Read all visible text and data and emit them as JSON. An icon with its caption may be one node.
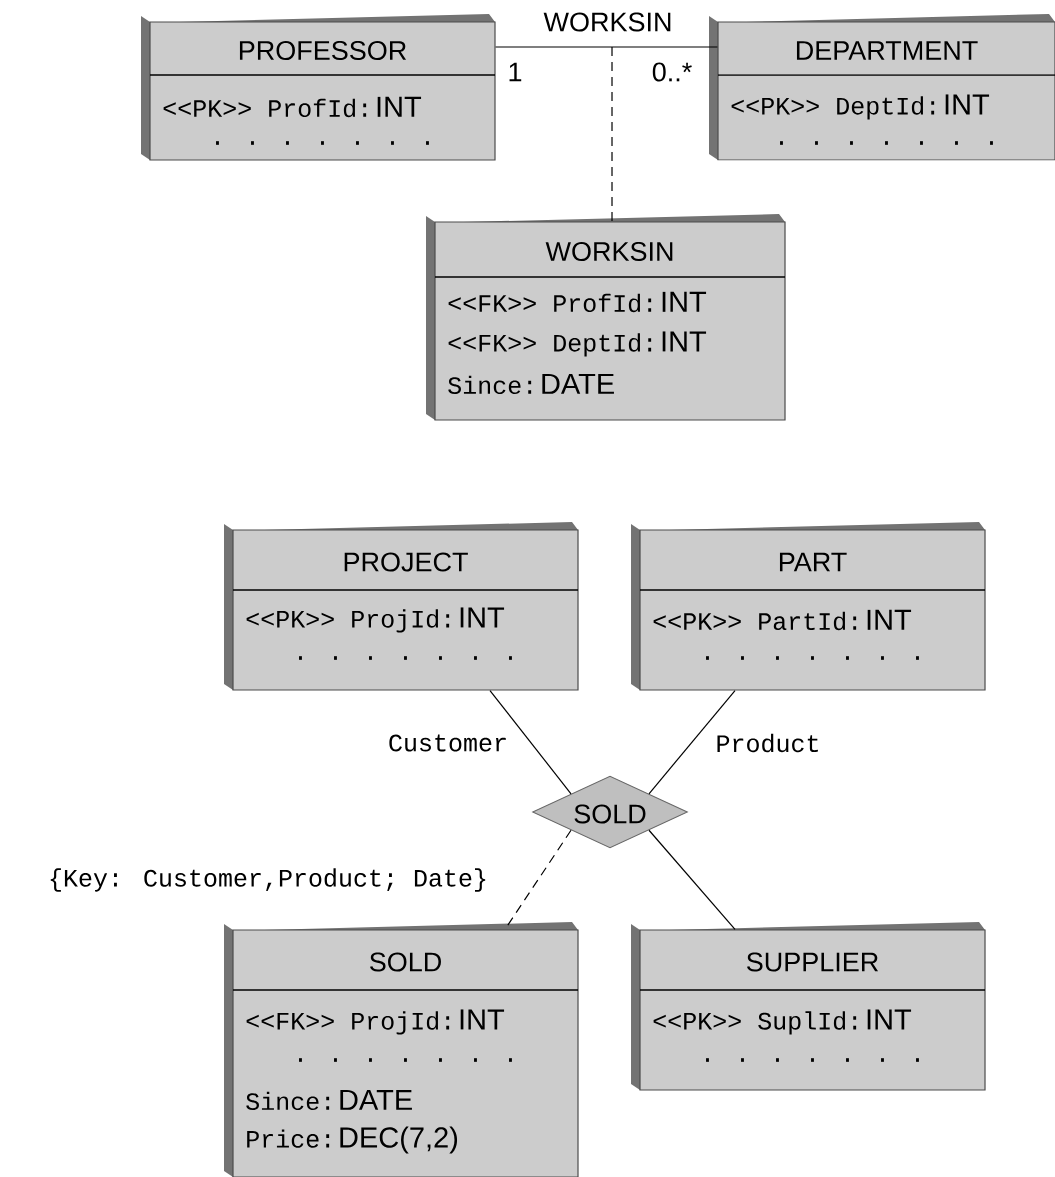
{
  "diagram": {
    "nodes": [
      {
        "text": [
          "PROFESSOR",
          "<<PK>> ProfId:",
          "INT",
          ". . . . . . ."
        ]
      },
      {
        "text": [
          "DEPARTMENT",
          "<<PK>> DeptId:",
          "INT",
          ". . . . . . ."
        ]
      },
      {
        "text": [
          "WORKSIN",
          "<<FK>> ProfId:",
          "INT",
          "<<FK>> DeptId:",
          "INT",
          "Since:",
          "DATE"
        ]
      },
      {
        "text": [
          "PROJECT",
          "<<PK>> ProjId:",
          "INT",
          ". . . . . . ."
        ]
      },
      {
        "text": [
          "PART",
          "<<PK>> PartId:",
          "INT",
          ". . . . . . ."
        ]
      },
      {
        "text": [
          "SOLD"
        ]
      },
      {
        "text": [
          "SOLD",
          "<<FK>> ProjId:",
          "INT",
          ". . . . . . .",
          "Since:",
          "DATE",
          "Price:",
          "DEC(7,2)"
        ]
      },
      {
        "text": [
          "SUPPLIER",
          "<<PK>> SuplId:",
          "INT",
          ". . . . . . ."
        ]
      }
    ],
    "edges": [
      {
        "from": 0,
        "to": 1,
        "arrow": "none",
        "label": "WORKSIN"
      },
      {
        "from": null,
        "to": 2,
        "arrow": "none",
        "style": "dashed"
      },
      {
        "from": 3,
        "to": 5,
        "arrow": "none",
        "label": "Customer"
      },
      {
        "from": 4,
        "to": 5,
        "arrow": "none",
        "label": "Product"
      },
      {
        "from": 5,
        "to": 6,
        "arrow": "none",
        "style": "dashed",
        "label": "{Key: Customer,Product; Date}"
      },
      {
        "from": 5,
        "to": 7,
        "arrow": "none"
      }
    ],
    "labels": [
      "1",
      "0..*"
    ]
  }
}
